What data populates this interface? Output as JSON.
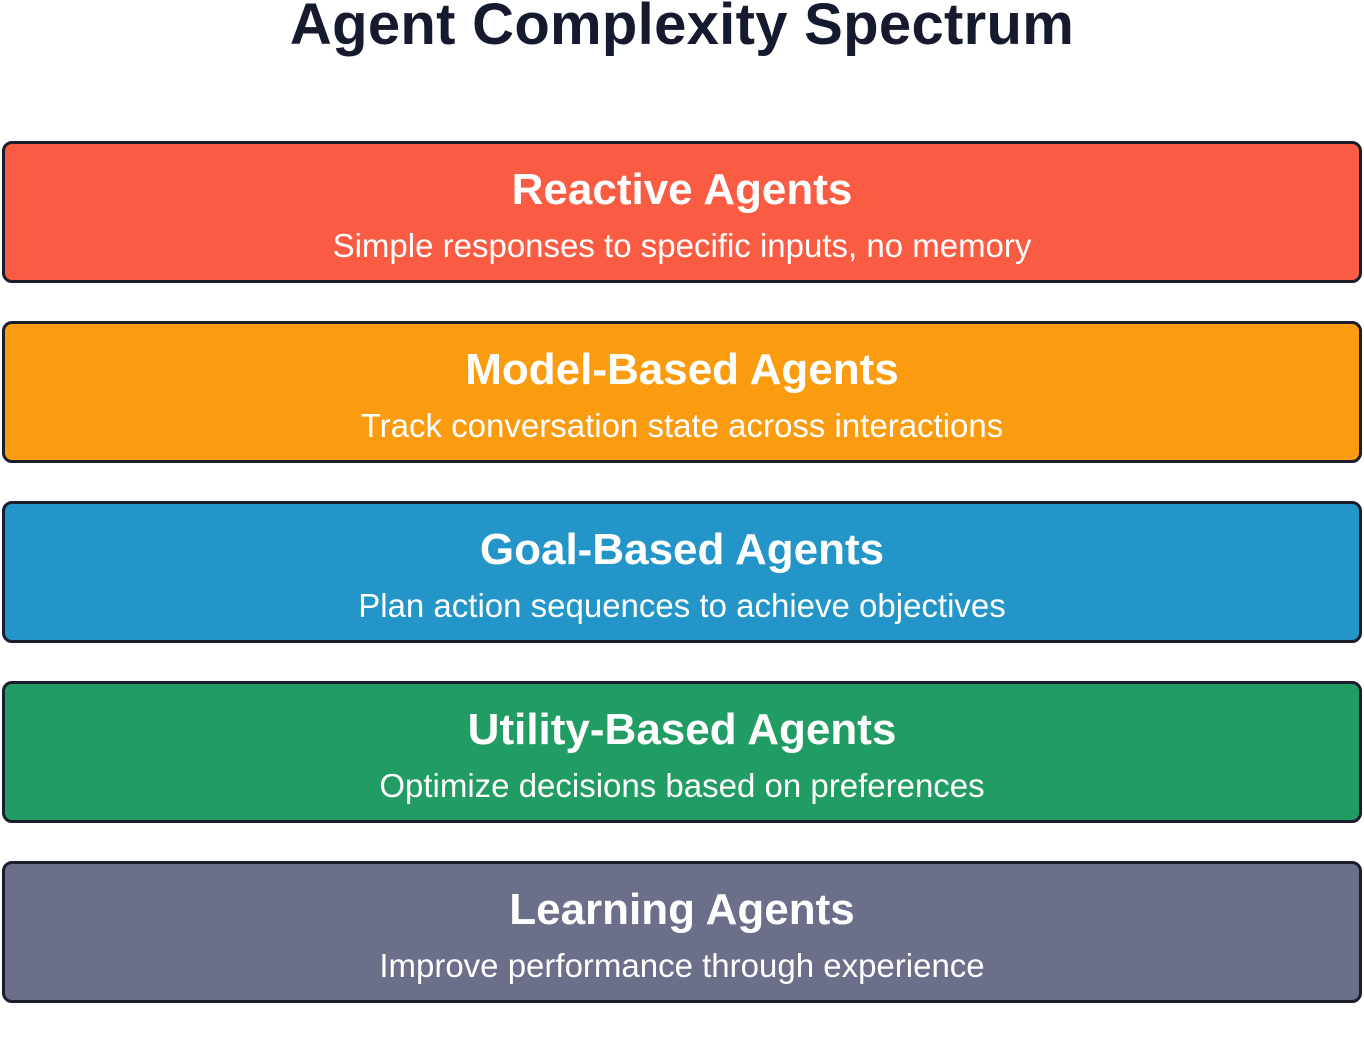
{
  "diagram": {
    "title": "Agent Complexity Spectrum",
    "levels": [
      {
        "name": "Reactive Agents",
        "description": "Simple responses to specific inputs, no memory",
        "color": "#f95c42"
      },
      {
        "name": "Model-Based Agents",
        "description": "Track conversation state across interactions",
        "color": "#fb9c10"
      },
      {
        "name": "Goal-Based Agents",
        "description": "Plan action sequences to achieve objectives",
        "color": "#2395c8"
      },
      {
        "name": "Utility-Based Agents",
        "description": "Optimize decisions based on preferences",
        "color": "#219c62"
      },
      {
        "name": "Learning Agents",
        "description": "Improve performance through experience",
        "color": "#6c6f8a"
      }
    ]
  }
}
